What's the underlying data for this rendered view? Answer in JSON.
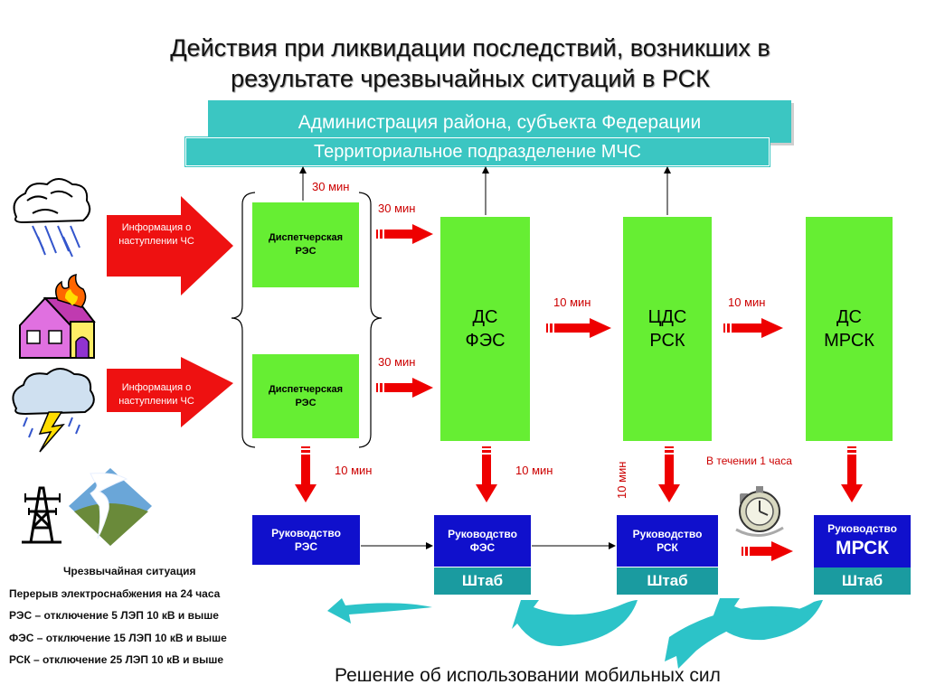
{
  "title": {
    "line1": "Действия при ликвидации последствий, возникших в",
    "line2": "результате чрезвычайных ситуаций в РСК"
  },
  "banners": {
    "admin": "Администрация района, субъекта Федерации",
    "mchs": "Территориальное подразделение МЧС"
  },
  "info_arrows": [
    {
      "line1": "Информация о",
      "line2": "наступлении ЧС"
    },
    {
      "line1": "Информация о",
      "line2": "наступлении ЧС"
    }
  ],
  "res_dispatch": [
    {
      "line1": "Диспетчерская",
      "line2": "РЭС"
    },
    {
      "line1": "Диспетчерская",
      "line2": "РЭС"
    }
  ],
  "centers": {
    "ds_fes": {
      "line1": "ДС",
      "line2": "ФЭС"
    },
    "cds_rsk": {
      "line1": "ЦДС",
      "line2": "РСК"
    },
    "ds_mrsk": {
      "line1": "ДС",
      "line2": "МРСК"
    }
  },
  "time_labels": {
    "res_up": "30 мин",
    "res1_to_fes": "30 мин",
    "res2_to_fes": "30 мин",
    "fes_to_cds": "10 мин",
    "cds_to_mrsk": "10 мин",
    "res_down": "10 мин",
    "fes_down": "10 мин",
    "rsk_down": "10 мин",
    "mrsk_down": "В течении 1 часа"
  },
  "management": {
    "res": {
      "line1": "Руководство",
      "line2": "РЭС"
    },
    "fes": {
      "line1": "Руководство",
      "line2": "ФЭС"
    },
    "rsk": {
      "line1": "Руководство",
      "line2": "РСК"
    },
    "mrsk": {
      "line1": "Руководство",
      "line2": "МРСК"
    }
  },
  "shtab_label": "Штаб",
  "notes": {
    "heading": "Чрезвычайная ситуация",
    "lines": [
      "Перерыв электроснабжения на 24 часа",
      "РЭС – отключение 5 ЛЭП 10 кВ и выше",
      "ФЭС – отключение 15 ЛЭП 10 кВ и выше",
      "РСК – отключение 25 ЛЭП 10 кВ и выше"
    ]
  },
  "footer": "Решение об использовании мобильных сил",
  "colors": {
    "accent_red": "#ee0000",
    "green": "#66ee33",
    "teal": "#3bc6c2",
    "navy": "#1010cc",
    "shtab": "#1a9ba0"
  },
  "icons": [
    "rain-cloud-icon",
    "burning-house-icon",
    "storm-cloud-icon",
    "power-tower-icon",
    "tornado-icon",
    "stopwatch-icon"
  ]
}
